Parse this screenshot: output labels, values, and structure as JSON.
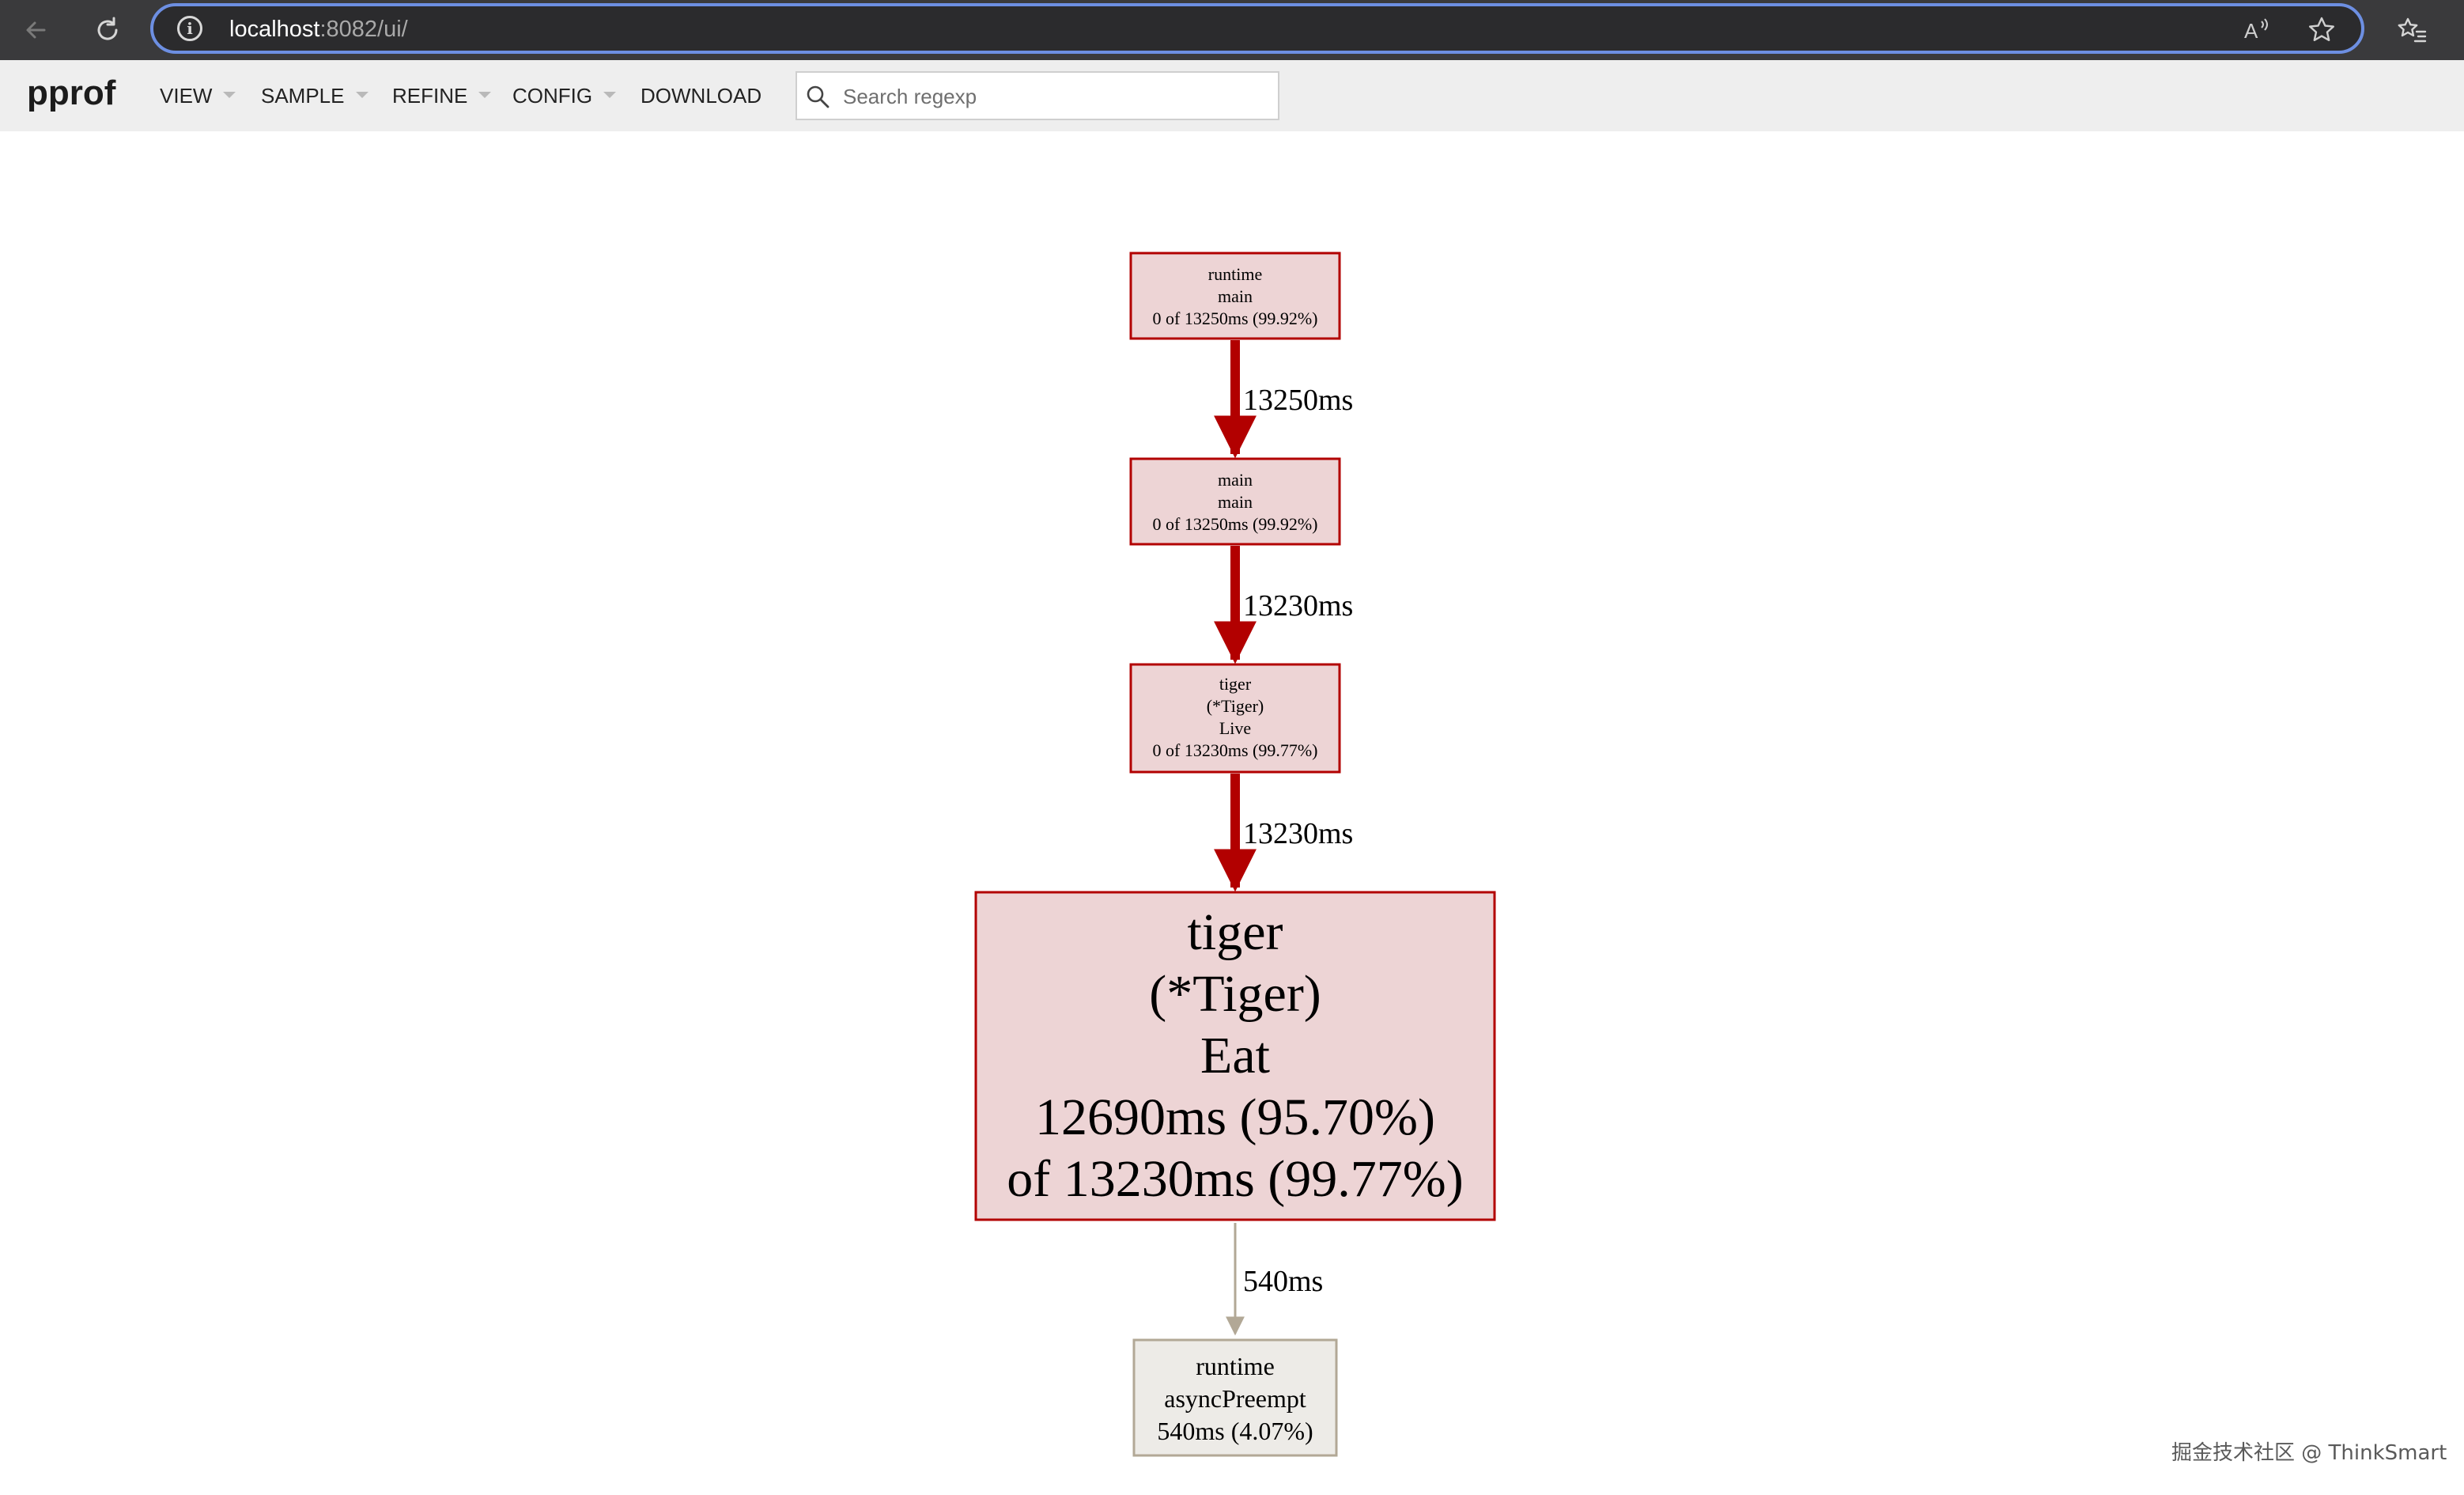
{
  "browser": {
    "url_host": "localhost",
    "url_rest": ":8082/ui/"
  },
  "toolbar": {
    "brand": "pprof",
    "menu": [
      {
        "label": "VIEW",
        "has_dropdown": true
      },
      {
        "label": "SAMPLE",
        "has_dropdown": true
      },
      {
        "label": "REFINE",
        "has_dropdown": true
      },
      {
        "label": "CONFIG",
        "has_dropdown": true
      },
      {
        "label": "DOWNLOAD",
        "has_dropdown": false
      }
    ],
    "search_placeholder": "Search regexp"
  },
  "graph": {
    "nodes": [
      {
        "id": "runtime-main",
        "lines": [
          "runtime",
          "main",
          "0 of 13250ms (99.92%)"
        ],
        "fill": "#edd4d5",
        "stroke": "#b20000"
      },
      {
        "id": "main-main",
        "lines": [
          "main",
          "main",
          "0 of 13250ms (99.92%)"
        ],
        "fill": "#edd4d5",
        "stroke": "#b20000"
      },
      {
        "id": "tiger-live",
        "lines": [
          "tiger",
          "(*Tiger)",
          "Live",
          "0 of 13230ms (99.77%)"
        ],
        "fill": "#edd4d5",
        "stroke": "#b20000"
      },
      {
        "id": "tiger-eat",
        "lines": [
          "tiger",
          "(*Tiger)",
          "Eat",
          "12690ms (95.70%)",
          "of 13230ms (99.77%)"
        ],
        "fill": "#edd4d5",
        "stroke": "#b20000"
      },
      {
        "id": "runtime-asyncpreempt",
        "lines": [
          "runtime",
          "asyncPreempt",
          "540ms (4.07%)"
        ],
        "fill": "#edebe7",
        "stroke": "#b2a896"
      }
    ],
    "edges": [
      {
        "from": "runtime-main",
        "to": "main-main",
        "label": "13250ms",
        "color": "#b20000"
      },
      {
        "from": "main-main",
        "to": "tiger-live",
        "label": "13230ms",
        "color": "#b20000"
      },
      {
        "from": "tiger-live",
        "to": "tiger-eat",
        "label": "13230ms",
        "color": "#b20000"
      },
      {
        "from": "tiger-eat",
        "to": "runtime-asyncpreempt",
        "label": "540ms",
        "color": "#b2a896"
      }
    ]
  },
  "watermark": "掘金技术社区 @ ThinkSmart"
}
